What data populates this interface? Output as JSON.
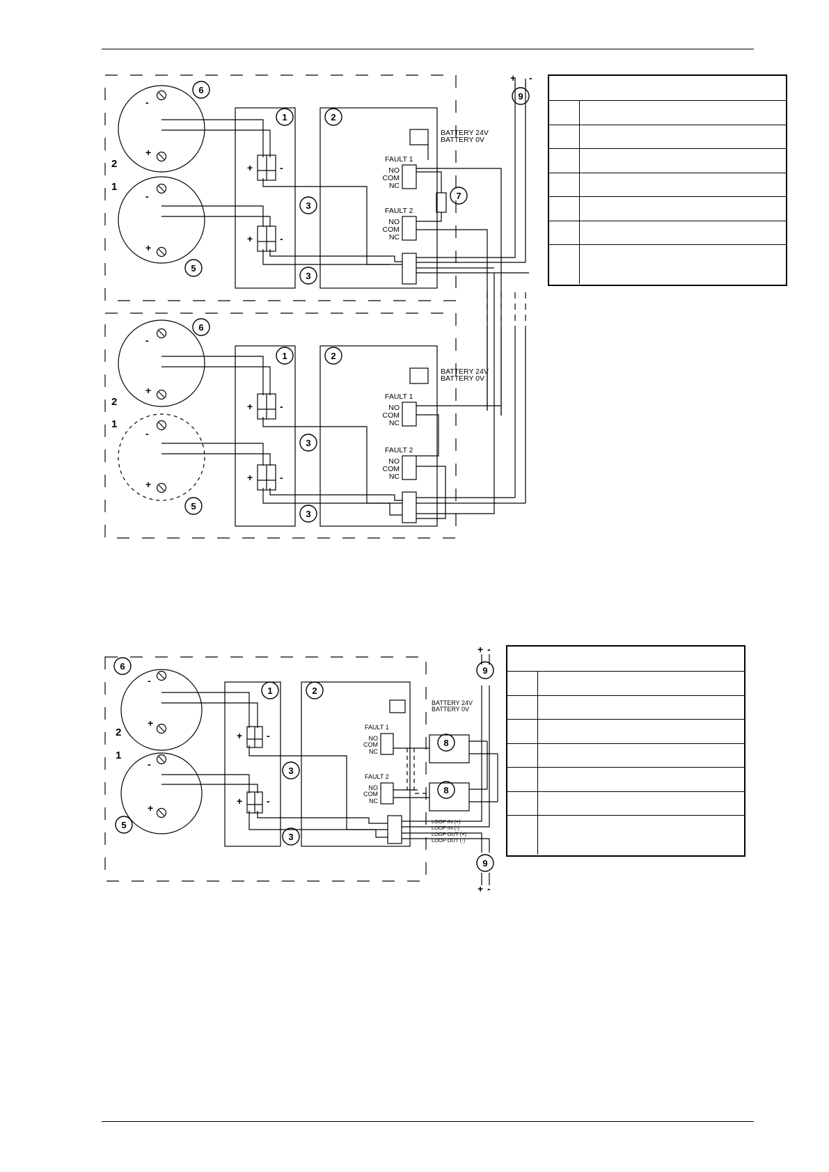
{
  "labels": {
    "plus": "+",
    "minus": "-",
    "zone2": "2",
    "zone1": "1",
    "battery_24v": "BATTERY 24V",
    "battery_0v": "BATTERY 0V",
    "fault1": "FAULT 1",
    "fault2": "FAULT 2",
    "no": "NO",
    "com": "COM",
    "nc": "NC",
    "loop_in_plus": "LOOP IN (+)",
    "loop_in_minus": "LOOP IN (-)",
    "loop_out_plus": "LOOP OUT (+)",
    "loop_out_minus": "LOOP OUT (-)"
  },
  "callouts": {
    "c1": "1",
    "c2": "2",
    "c3": "3",
    "c5": "5",
    "c6": "6",
    "c7": "7",
    "c8": "8",
    "c9": "9"
  },
  "legend_top": {
    "row_count": 7
  },
  "legend_bottom": {
    "row_count": 7
  }
}
